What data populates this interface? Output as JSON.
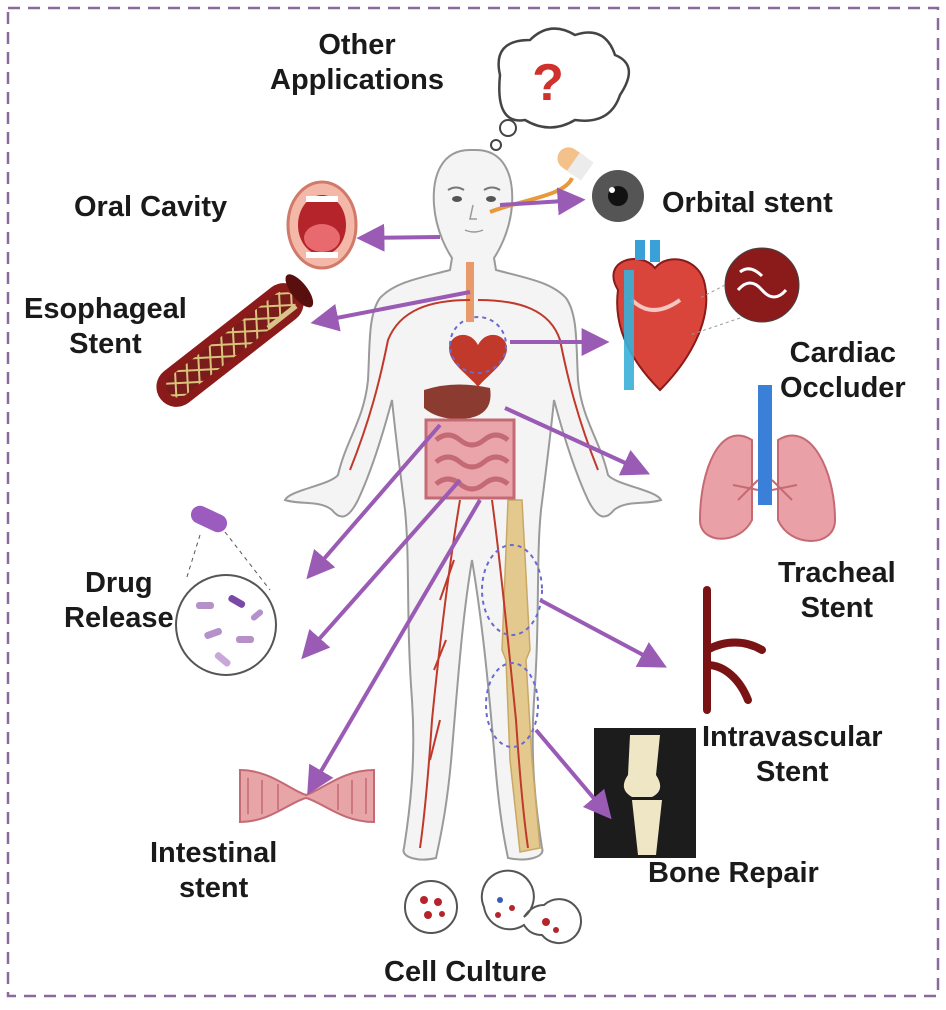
{
  "colors": {
    "border": "#8a6a9a",
    "arrow": "#9a5bb5",
    "body_outline": "#9a9a9a",
    "vessel": "#c0392b",
    "organ": "#e9a2a4",
    "bone": "#e3c98d",
    "label": "#1a1a1a"
  },
  "labels": {
    "other_applications": [
      "Other",
      "Applications"
    ],
    "oral_cavity": "Oral Cavity",
    "orbital_stent": "Orbital stent",
    "esophageal_stent": [
      "Esophageal",
      "Stent"
    ],
    "cardiac_occluder": [
      "Cardiac",
      "Occluder"
    ],
    "tracheal_stent": [
      "Tracheal",
      "Stent"
    ],
    "drug_release": [
      "Drug",
      "Release"
    ],
    "intravascular_stent": [
      "Intravascular",
      "Stent"
    ],
    "intestinal_stent": [
      "Intestinal",
      "stent"
    ],
    "bone_repair": "Bone Repair",
    "cell_culture": "Cell Culture"
  },
  "icons": {
    "question": "?",
    "thought_bubble": "thought-bubble-icon",
    "mouth": "mouth-icon",
    "eye": "eye-icon",
    "capsule": "capsule-icon",
    "vessel_stent": "vessel-stent-icon",
    "heart": "heart-icon",
    "lungs": "lungs-icon",
    "branching_vessel": "branching-vessel-icon",
    "knee": "knee-joint-icon",
    "intestine": "intestine-section-icon",
    "bacteria": "bacteria-icon",
    "cells": "cell-dish-icon"
  }
}
